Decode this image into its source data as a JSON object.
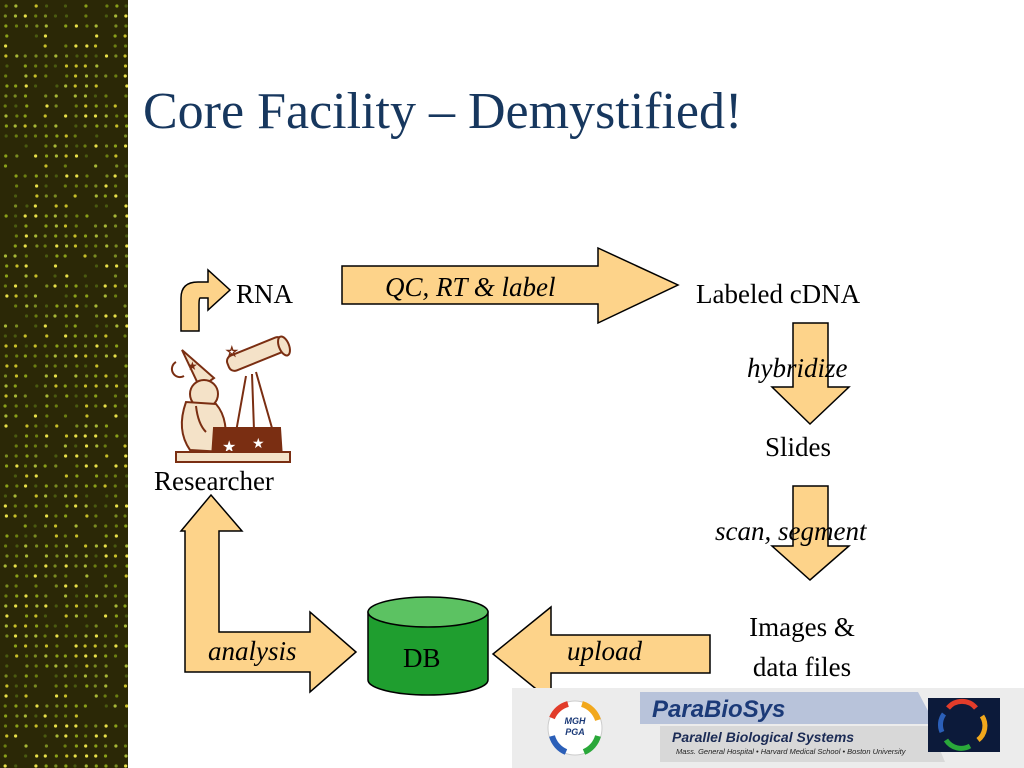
{
  "slide": {
    "title": "Core Facility – Demystified!",
    "accent_color": "#17375e",
    "arrow_fill": "#fdd38a",
    "db_fill": "#1f9e2f"
  },
  "diagram": {
    "nodes": {
      "rna": "RNA",
      "labeled_cdna": "Labeled cDNA",
      "slides": "Slides",
      "images_line1": "Images &",
      "images_line2": "data files",
      "db": "DB",
      "researcher": "Researcher"
    },
    "steps": {
      "qc": "QC, RT & label",
      "hybridize": "hybridize",
      "scan": "scan, segment",
      "upload": "upload",
      "analysis": "analysis"
    },
    "icons": {
      "researcher_figure": "wizard-telescope-icon"
    }
  },
  "footer": {
    "brand": "ParaBioSys",
    "subtitle": "Parallel Biological Systems",
    "affiliations": "Mass. General Hospital • Harvard Medical School • Boston University",
    "badge_line1": "MGH",
    "badge_line2": "PGA"
  }
}
